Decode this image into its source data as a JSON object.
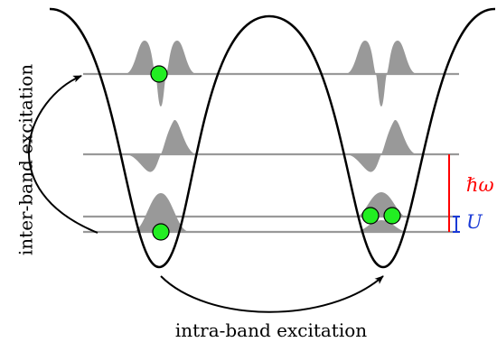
{
  "labels": {
    "inter_band": "inter-band excitation",
    "intra_band": "intra-band excitation",
    "hbar_omega": "ℏω",
    "U": "U"
  },
  "colors": {
    "potential": "#000000",
    "level_line": "#999999",
    "wavefunction": "#999999",
    "particle_fill": "#22ee22",
    "particle_stroke": "#000000",
    "hbar_omega": "#ff0000",
    "U": "#1a3ad6",
    "arrow": "#000000"
  },
  "wells": [
    "left",
    "right"
  ],
  "energy_levels": [
    "ground",
    "ground-plus-U",
    "first-excited",
    "second-excited"
  ],
  "particles": [
    {
      "well": "left",
      "level": "ground"
    },
    {
      "well": "left",
      "level": "second-excited"
    },
    {
      "well": "right",
      "level": "ground-plus-U"
    },
    {
      "well": "right",
      "level": "ground-plus-U"
    }
  ]
}
